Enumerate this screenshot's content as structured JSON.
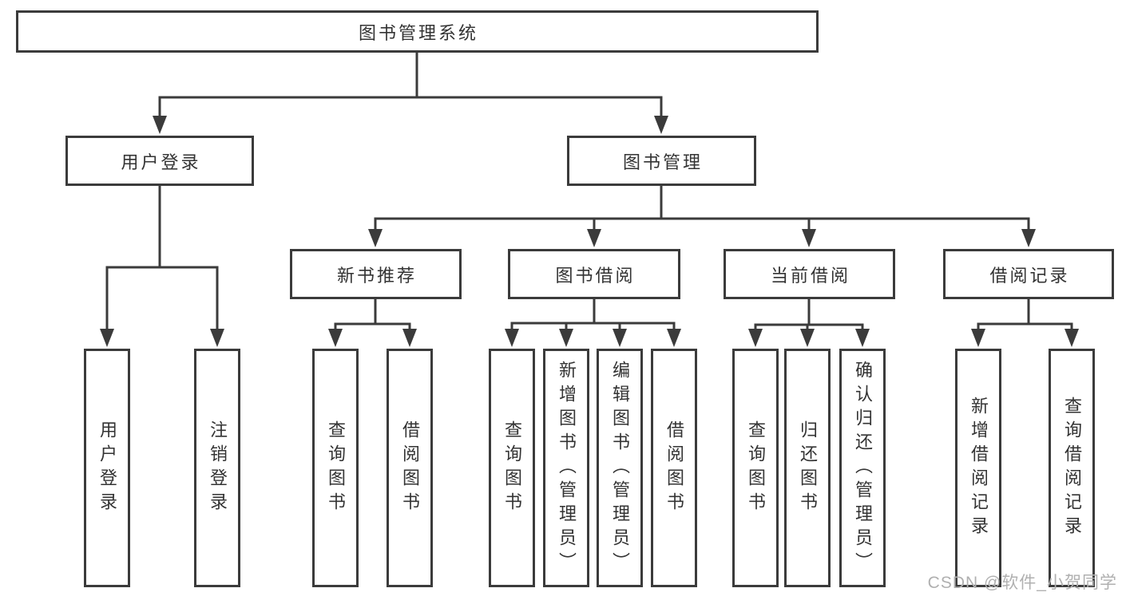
{
  "diagram": {
    "root": {
      "id": "system",
      "label": "图书管理系统"
    },
    "nodes": [
      {
        "id": "user-login",
        "label": "用户登录",
        "parent": "system"
      },
      {
        "id": "book-management",
        "label": "图书管理",
        "parent": "system"
      },
      {
        "id": "new-book-recommend",
        "label": "新书推荐",
        "parent": "book-management"
      },
      {
        "id": "book-borrowing",
        "label": "图书借阅",
        "parent": "book-management"
      },
      {
        "id": "current-borrowing",
        "label": "当前借阅",
        "parent": "book-management"
      },
      {
        "id": "borrowing-records",
        "label": "借阅记录",
        "parent": "book-management"
      },
      {
        "id": "user-login-leaf",
        "label": "用户登录",
        "parent": "user-login"
      },
      {
        "id": "logout-login",
        "label": "注销登录",
        "parent": "user-login"
      },
      {
        "id": "query-books-a",
        "label": "查询图书",
        "parent": "new-book-recommend"
      },
      {
        "id": "borrow-books-a",
        "label": "借阅图书",
        "parent": "new-book-recommend"
      },
      {
        "id": "query-books-b",
        "label": "查询图书",
        "parent": "book-borrowing"
      },
      {
        "id": "add-book-admin",
        "label": "新增图书（管理员）",
        "parent": "book-borrowing"
      },
      {
        "id": "edit-book-admin",
        "label": "编辑图书（管理员）",
        "parent": "book-borrowing"
      },
      {
        "id": "borrow-books-b",
        "label": "借阅图书",
        "parent": "book-borrowing"
      },
      {
        "id": "query-books-c",
        "label": "查询图书",
        "parent": "current-borrowing"
      },
      {
        "id": "return-book",
        "label": "归还图书",
        "parent": "current-borrowing"
      },
      {
        "id": "confirm-return-admin",
        "label": "确认归还（管理员）",
        "parent": "current-borrowing"
      },
      {
        "id": "add-borrow-record",
        "label": "新增借阅记录",
        "parent": "borrowing-records"
      },
      {
        "id": "query-borrow-record",
        "label": "查询借阅记录",
        "parent": "borrowing-records"
      }
    ]
  },
  "watermark": {
    "text": "CSDN @软件_小贺同学"
  },
  "colors": {
    "line": "#3b3b3b",
    "text": "#333333",
    "watermark": "#b0b0b0",
    "background": "#ffffff"
  }
}
